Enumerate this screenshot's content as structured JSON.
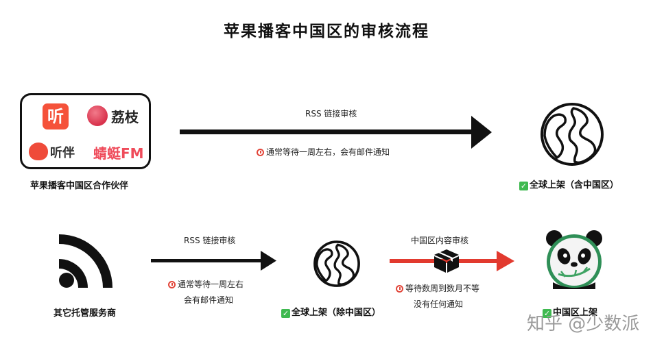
{
  "title": "苹果播客中国区的审核流程",
  "partners": {
    "caption": "苹果播客中国区合作伙伴",
    "logo_ting": "听",
    "logo_lizhi": "荔枝",
    "logo_tingban": "听伴",
    "logo_qingting": "蜻蜓FM"
  },
  "route1": {
    "label": "RSS 链接审核",
    "note": "通常等待一周左右，会有邮件通知",
    "result": "全球上架（含中国区）"
  },
  "other": {
    "caption": "其它托管服务商"
  },
  "route2": {
    "label": "RSS 链接审核",
    "note_line1": "通常等待一周左右",
    "note_line2": "会有邮件通知",
    "result": "全球上架（除中国区）"
  },
  "route3": {
    "label": "中国区内容审核",
    "note_line1": "等待数周到数月不等",
    "note_line2": "没有任何通知",
    "result": "中国区上架"
  },
  "watermark": "知乎 @少数派",
  "colors": {
    "red_arrow": "#e23a2f",
    "check_green": "#3fb950",
    "ting_red": "#f5523a"
  }
}
